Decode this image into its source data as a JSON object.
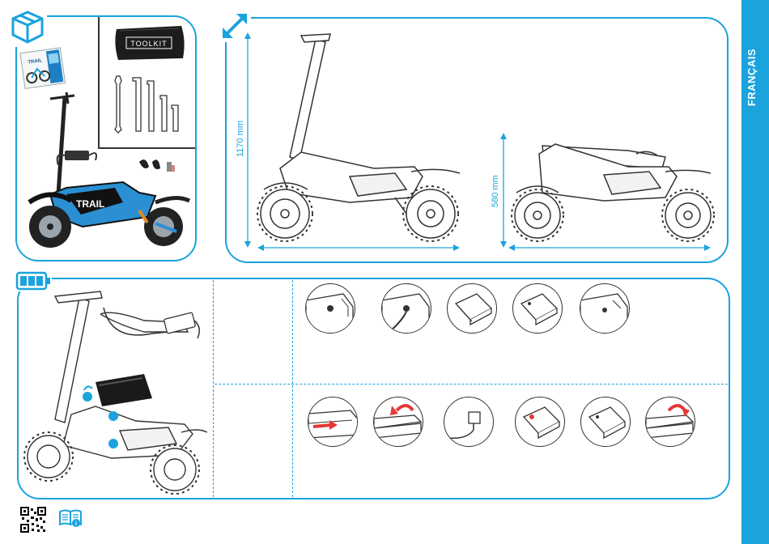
{
  "language_tab": {
    "label": "FRANÇAIS"
  },
  "box_contents": {
    "toolkit_label": "TOOLKIT",
    "box_label": "TRAIL"
  },
  "dimensions": {
    "height_unfolded": "1170 mm",
    "height_folded": "580 mm"
  },
  "colors": {
    "accent": "#1aa3dd",
    "ink": "#2a2a2a",
    "arrow_red": "#e53935"
  },
  "icons": [
    "box-icon",
    "expand-arrows-icon",
    "battery-icon",
    "qr-code-icon",
    "manual-icon"
  ]
}
